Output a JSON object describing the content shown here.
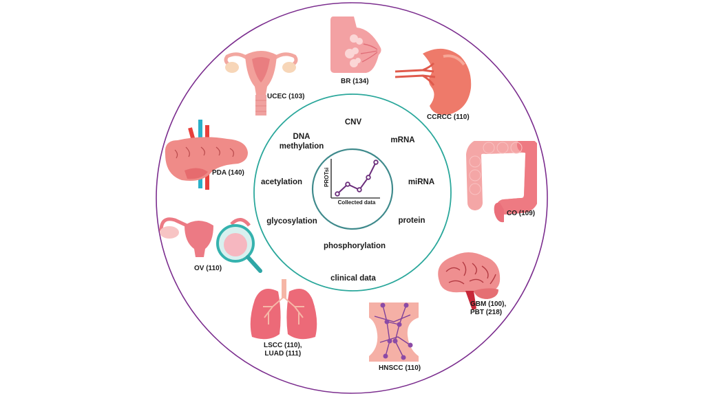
{
  "colors": {
    "outer_ring": "#7b2d8e",
    "inner_ring": "#2aa79b",
    "center_ring": "#3f8a8c",
    "plot_line": "#6a2c7a",
    "organ_pink": "#f2999a",
    "organ_red": "#e86a60",
    "text": "#1a1a1a"
  },
  "center_plot": {
    "ylabel": "PROTsi",
    "xlabel": "Collected data"
  },
  "chart_data": {
    "type": "line",
    "title": "",
    "xlabel": "Collected data",
    "ylabel": "PROTsi",
    "x": [
      1,
      2,
      3,
      4,
      5
    ],
    "values": [
      1,
      2.2,
      1.6,
      3,
      4.8
    ],
    "series": [
      {
        "name": "PROTsi",
        "values": [
          1,
          2.2,
          1.6,
          3,
          4.8
        ]
      }
    ],
    "grid": false,
    "legend": "none"
  },
  "data_types": [
    {
      "id": "cnv",
      "label": "CNV"
    },
    {
      "id": "mrna",
      "label": "mRNA"
    },
    {
      "id": "mirna",
      "label": "miRNA"
    },
    {
      "id": "protein",
      "label": "protein"
    },
    {
      "id": "phosphorylation",
      "label": "phosphorylation"
    },
    {
      "id": "clinical",
      "label": "clinical data"
    },
    {
      "id": "glycosylation",
      "label": "glycosylation"
    },
    {
      "id": "acetylation",
      "label": "acetylation"
    },
    {
      "id": "dna-methylation",
      "label_line1": "DNA",
      "label_line2": "methylation"
    }
  ],
  "cancer_types": [
    {
      "id": "ucec",
      "organ": "uterus",
      "label": "UCEC (103)"
    },
    {
      "id": "br",
      "organ": "breast",
      "label": "BR (134)"
    },
    {
      "id": "ccrcc",
      "organ": "kidney",
      "label": "CCRCC (110)"
    },
    {
      "id": "co",
      "organ": "colon",
      "label": "CO (109)"
    },
    {
      "id": "gbm-pbt",
      "organ": "brain",
      "label_line1": "GBM (100),",
      "label_line2": "PBT (218)"
    },
    {
      "id": "hnscc",
      "organ": "head-neck",
      "label": "HNSCC (110)"
    },
    {
      "id": "lscc-luad",
      "organ": "lungs",
      "label_line1": "LSCC (110),",
      "label_line2": "LUAD (111)"
    },
    {
      "id": "ov",
      "organ": "ovary",
      "label": "OV (110)"
    },
    {
      "id": "pda",
      "organ": "pancreas",
      "label": "PDA (140)"
    }
  ]
}
